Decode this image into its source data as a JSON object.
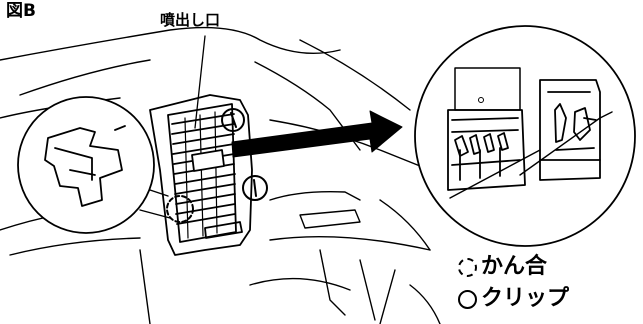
{
  "figure": {
    "label": "図B",
    "callout_outlet": "噴出し口"
  },
  "legend": [
    {
      "symbol": "dashed-circle",
      "text": "かん合"
    },
    {
      "symbol": "solid-circle",
      "text": "クリップ"
    }
  ],
  "colors": {
    "line": "#000000",
    "background": "#ffffff"
  }
}
